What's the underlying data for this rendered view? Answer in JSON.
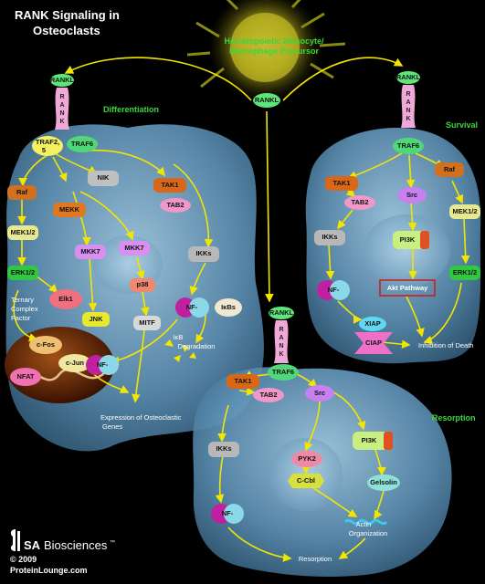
{
  "title_line1": "RANK Signaling in",
  "title_line2": "Osteoclasts",
  "precursor": {
    "line1": "Hematopoietic Monocyte/",
    "line2": "Macrophage Precursor"
  },
  "sections": {
    "differentiation": "Differentiation",
    "survival": "Survival",
    "resorption": "Resorption"
  },
  "rankl": "RANKL",
  "rank_letters": [
    "R",
    "A",
    "N",
    "K"
  ],
  "nodes": {
    "traf25": "TRAF2,",
    "traf25b": "5",
    "traf6": "TRAF6",
    "nik": "NIK",
    "tak1": "TAK1",
    "tab2": "TAB2",
    "raf": "Raf",
    "mekk": "MEKK",
    "mek12": "MEK1/2",
    "erk12": "ERK1/2",
    "mkk7": "MKK7",
    "elk1": "Elk1",
    "jnk": "JNK",
    "p38": "p38",
    "mitf": "MITF",
    "ikks": "IKKs",
    "nfkb": "NF-",
    "ikb_small": "IκB",
    "ikbs": "IκBs",
    "cfos": "c-Fos",
    "cjun": "c-Jun",
    "nfat": "NFAT",
    "src": "Src",
    "pi3k": "PI3K",
    "xiap": "XIAP",
    "ciap": "CIAP",
    "akt": "Akt Pathway",
    "pyk2": "PYK2",
    "ccbl": "C-Cbl",
    "gelsolin": "Gelsolin"
  },
  "labels": {
    "ternary1": "Ternary",
    "ternary2": "Complex",
    "ternary3": "Factor",
    "ikb_deg1": "IκB",
    "ikb_deg2": "Degradation",
    "expr1": "Expression  of Osteoclastic",
    "expr2": "Genes",
    "inhibition": "Inhibition of Death",
    "actin1": "Actin",
    "actin2": "Organization",
    "resorption_out": "Resorption"
  },
  "footer": {
    "brand_sa": "SA",
    "brand_rest": "Biosciences",
    "tm": "™",
    "year": "© 2009",
    "site": "ProteinLounge.com"
  },
  "colors": {
    "arrow": "#f2e600",
    "cell": "#5f93b8",
    "green": "#3cd63c",
    "nucleus": "#b85a12"
  }
}
